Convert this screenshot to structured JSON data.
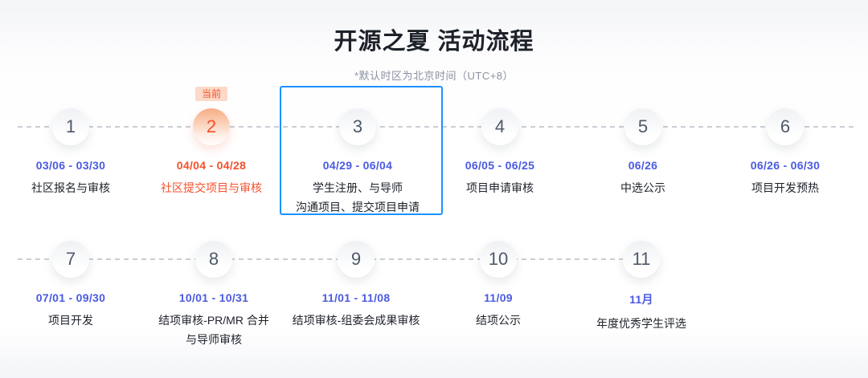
{
  "page": {
    "title": "开源之夏 活动流程",
    "subtitle": "*默认时区为北京时间（UTC+8）"
  },
  "current_badge_label": "当前",
  "colors": {
    "accent_blue_box": "#1b91ff",
    "date_blue": "#4a5ae2",
    "active_orange": "#f4502b",
    "badge_background": "#fbdac8",
    "text_dark": "#1d2129",
    "subtitle_gray": "#8a919f",
    "connector_gray": "#c9cdd4"
  },
  "steps": [
    {
      "number": "1",
      "date": "03/06 - 03/30",
      "label_lines": [
        "社区报名与审核"
      ],
      "state": "normal"
    },
    {
      "number": "2",
      "date": "04/04 - 04/28",
      "label_lines": [
        "社区提交项目与审核"
      ],
      "state": "current",
      "badge": "当前"
    },
    {
      "number": "3",
      "date": "04/29 - 06/04",
      "label_lines": [
        "学生注册、与导师",
        "沟通项目、提交项目申请"
      ],
      "state": "highlighted"
    },
    {
      "number": "4",
      "date": "06/05 - 06/25",
      "label_lines": [
        "项目申请审核"
      ],
      "state": "normal"
    },
    {
      "number": "5",
      "date": "06/26",
      "label_lines": [
        "中选公示"
      ],
      "state": "normal"
    },
    {
      "number": "6",
      "date": "06/26 - 06/30",
      "label_lines": [
        "项目开发预热"
      ],
      "state": "normal"
    },
    {
      "number": "7",
      "date": "07/01 - 09/30",
      "label_lines": [
        "项目开发"
      ],
      "state": "normal"
    },
    {
      "number": "8",
      "date": "10/01 - 10/31",
      "label_lines": [
        "结项审核-PR/MR 合并",
        "与导师审核"
      ],
      "state": "normal"
    },
    {
      "number": "9",
      "date": "11/01 - 11/08",
      "label_lines": [
        "结项审核-组委会成果审核"
      ],
      "state": "normal"
    },
    {
      "number": "10",
      "date": "11/09",
      "label_lines": [
        "结项公示"
      ],
      "state": "normal"
    },
    {
      "number": "11",
      "date": "11月",
      "label_lines": [
        "年度优秀学生评选"
      ],
      "state": "normal"
    }
  ]
}
